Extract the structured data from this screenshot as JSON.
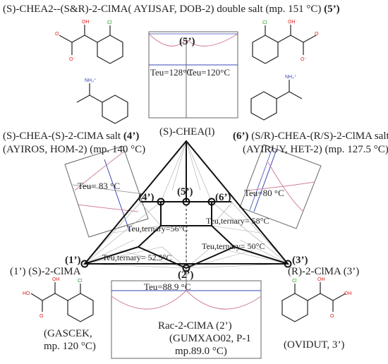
{
  "title_top": "(S)-CHEA2--(S&R)-2-ClMA( AYIJSAF, DOB-2) double salt (mp. 151 °C)",
  "title_top_num": "(5’)",
  "eu_top_left": "Teu=128°C",
  "eu_top_right": "Teu=120°C",
  "label_5top": "(5’)",
  "label_chea": "(S)-CHEA(l)",
  "left_salt_line1": "(S)-CHEA-(S)-2-ClMA salt",
  "left_salt_num": "(4’)",
  "left_salt_line2": "(AYIROS, HOM-2) (mp. 140 °C)",
  "right_salt_num": "(6’)",
  "right_salt_line1": "(S/R)-CHEA-(R/S)-2-ClMA salt",
  "right_salt_line2": "(AYIRUY, HET-2) (mp. 127.5 °C)",
  "eu_left": "Teu= 83 °C",
  "eu_right": "Teu=80 °C",
  "pt_4": "(4’)",
  "pt_5": "(5’)",
  "pt_6": "(6’)",
  "pt_1": "(1’)",
  "pt_2": "(2’)",
  "pt_3": "(3’)",
  "tern_56": "Teu,ternary=56°C",
  "tern_58": "Teu,ternary= 58°C",
  "tern_525": "Teu,ternary= 52.5°C",
  "tern_50": "Teu,ternary= 50°C",
  "left_acid_line1": "(1’) (S)-2-ClMA",
  "left_acid_line2": "(GASCEK,",
  "left_acid_line3": "mp. 120 °C)",
  "right_acid_line1": "(R)-2-ClMA (3’)",
  "right_acid_line2": "(OVIDUT, 3’)",
  "eu_bottom": "Teu=88.9 °C",
  "rac_line1": "Rac-2-ClMA (2’)",
  "rac_line2": "(GUMXAO02, P-1",
  "rac_line3": "mp.89.0 °C)",
  "colors": {
    "red": "#e02020",
    "blue": "#3a48b8",
    "pink": "#d080a0",
    "gray": "#888888"
  }
}
